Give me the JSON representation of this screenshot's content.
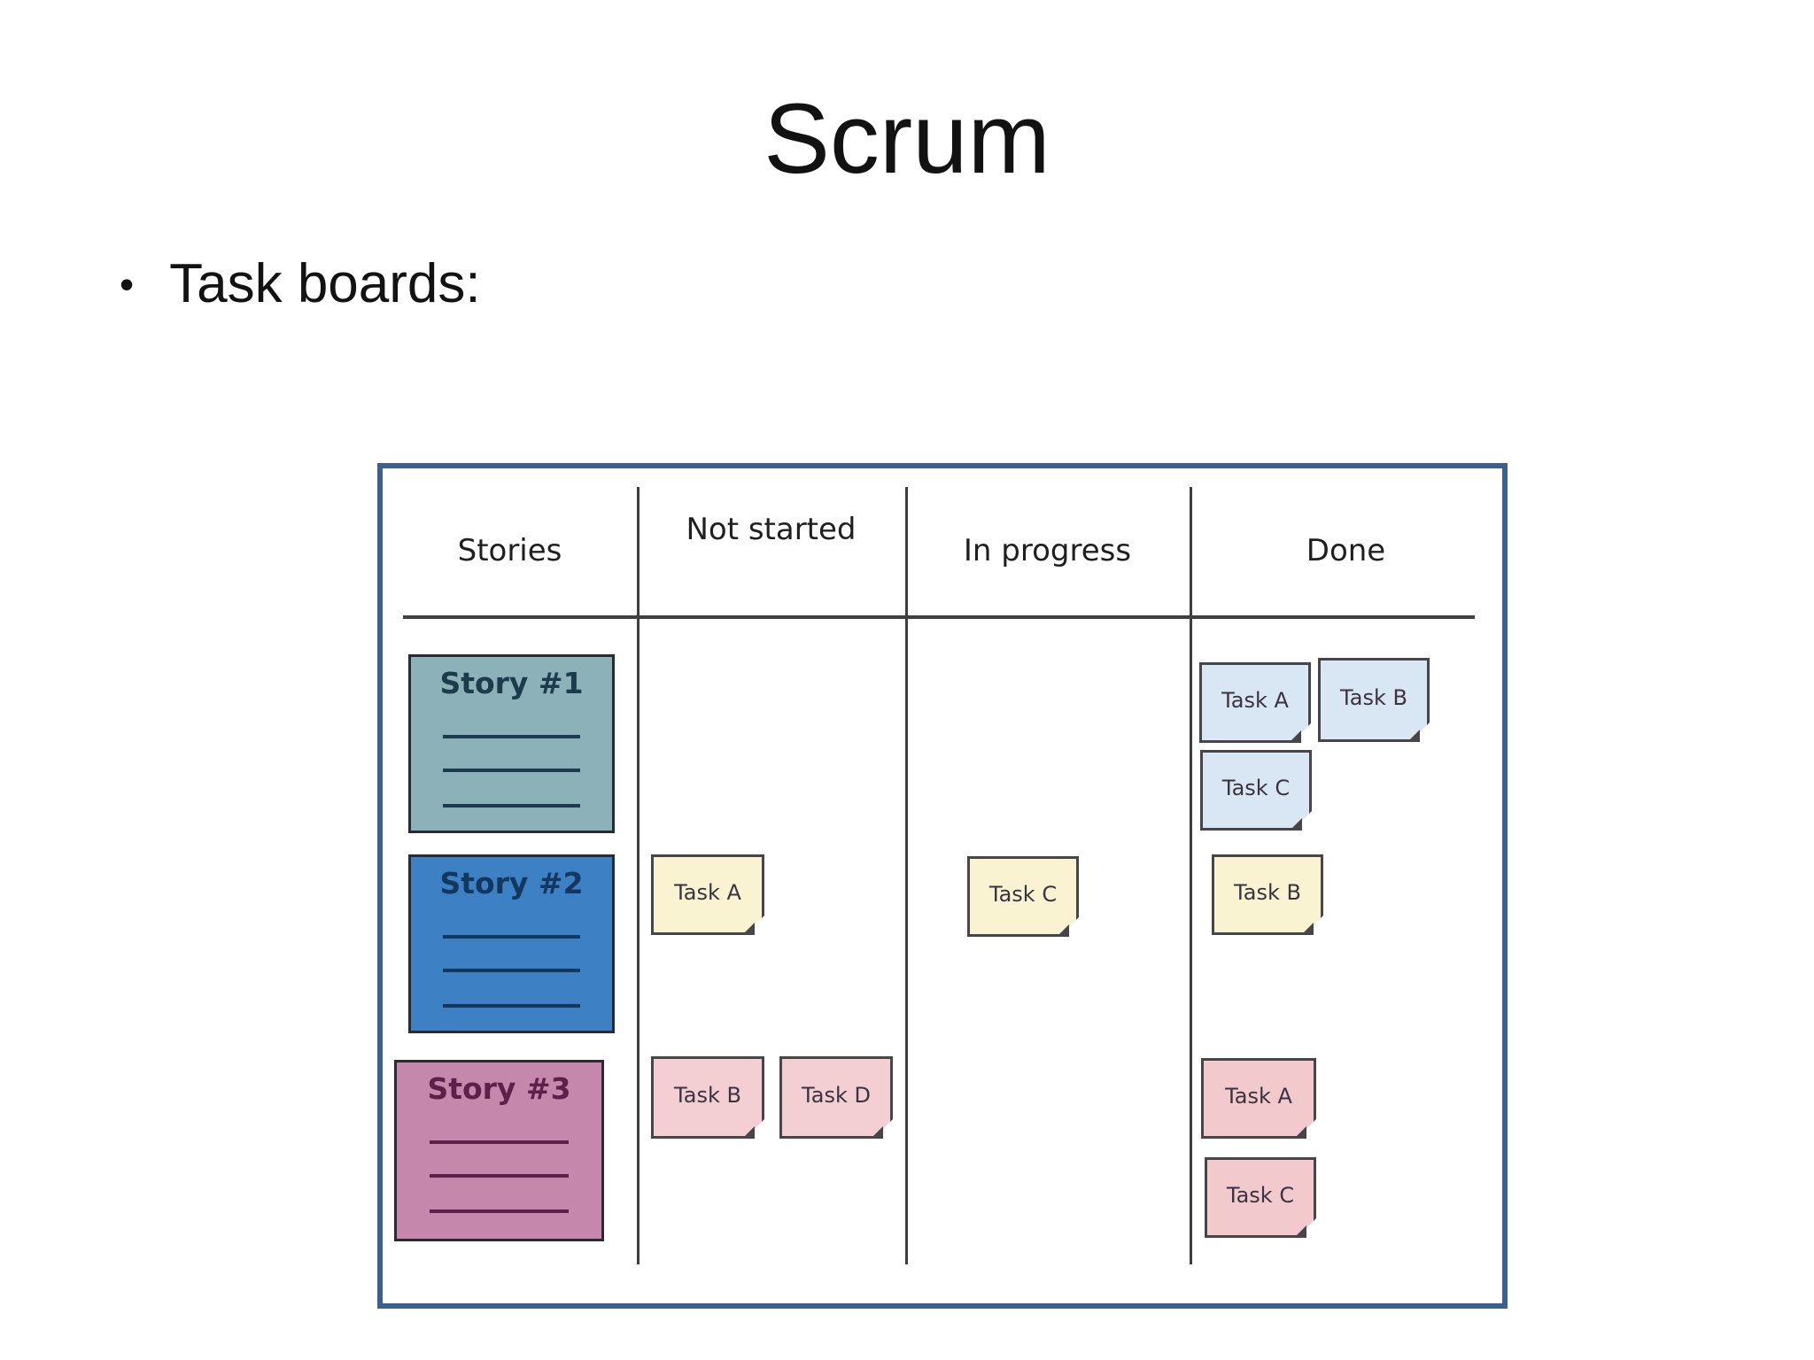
{
  "slide": {
    "title": "Scrum",
    "bullet_marker": "•",
    "bullet_text": "Task boards:"
  },
  "board": {
    "columns": [
      {
        "id": "stories",
        "label": "Stories"
      },
      {
        "id": "not-started",
        "label": "Not started"
      },
      {
        "id": "in-progress",
        "label": "In progress"
      },
      {
        "id": "done",
        "label": "Done"
      }
    ],
    "stories": [
      {
        "title": "Story #1",
        "fill": "#8db1b9",
        "accent": "#1c3c4c"
      },
      {
        "title": "Story #2",
        "fill": "#3d80c4",
        "accent": "#14375f"
      },
      {
        "title": "Story #3",
        "fill": "#c687ac",
        "accent": "#5e2049"
      }
    ],
    "notes": [
      {
        "label": "Task A",
        "story": "Story #1",
        "column": "done",
        "fill": "#d9e6f4"
      },
      {
        "label": "Task B",
        "story": "Story #1",
        "column": "done",
        "fill": "#d9e6f4"
      },
      {
        "label": "Task C",
        "story": "Story #1",
        "column": "done",
        "fill": "#d9e6f4"
      },
      {
        "label": "Task A",
        "story": "Story #2",
        "column": "not-started",
        "fill": "#faf3d2"
      },
      {
        "label": "Task C",
        "story": "Story #2",
        "column": "in-progress",
        "fill": "#faf3d2"
      },
      {
        "label": "Task B",
        "story": "Story #2",
        "column": "done",
        "fill": "#faf3d2"
      },
      {
        "label": "Task B",
        "story": "Story #3",
        "column": "not-started",
        "fill": "#f3ced3"
      },
      {
        "label": "Task D",
        "story": "Story #3",
        "column": "not-started",
        "fill": "#f3ced3"
      },
      {
        "label": "Task A",
        "story": "Story #3",
        "column": "done",
        "fill": "#f2c9cd"
      },
      {
        "label": "Task C",
        "story": "Story #3",
        "column": "done",
        "fill": "#f2c9cd"
      }
    ]
  },
  "colors": {
    "board_border": "#3a608f",
    "grid_line": "#3f3f3f",
    "note_border": "#46464a",
    "note_text": "#3a3340",
    "header_text": "#1f1f1f",
    "slide_text": "#121212"
  }
}
